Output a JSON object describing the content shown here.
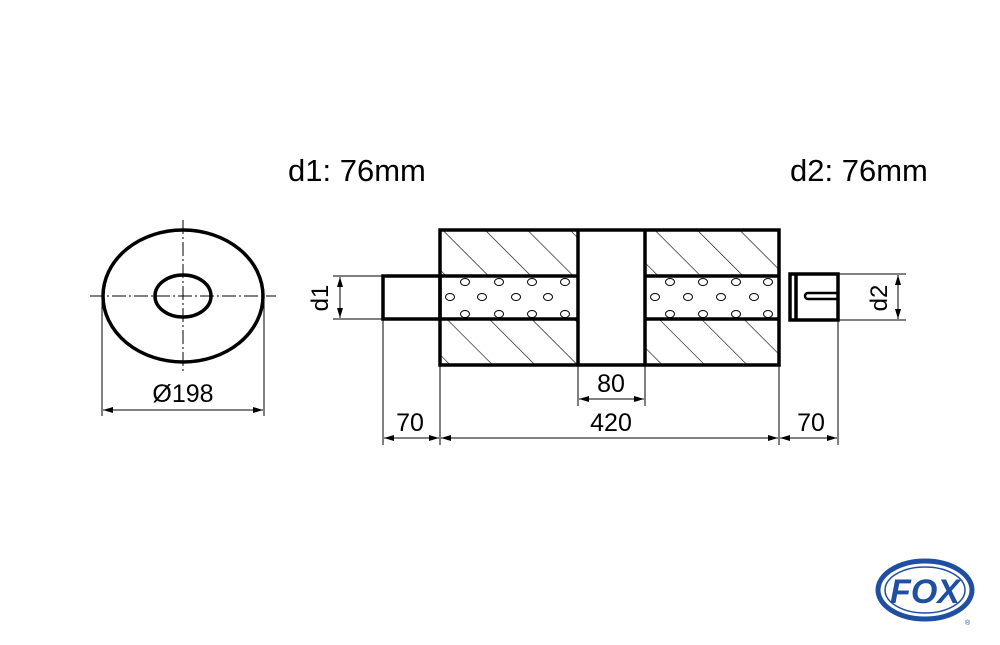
{
  "header": {
    "d1_label": "d1: 76mm",
    "d2_label": "d2: 76mm"
  },
  "end_view": {
    "diameter_label": "Ø198"
  },
  "side_view": {
    "d1_marker": "d1",
    "d2_marker": "d2",
    "inlet_length": "70",
    "body_length": "420",
    "center_chamber": "80",
    "outlet_length": "70"
  },
  "logo": {
    "text": "FOX",
    "mark": "®",
    "color": "#1f4fa0"
  }
}
